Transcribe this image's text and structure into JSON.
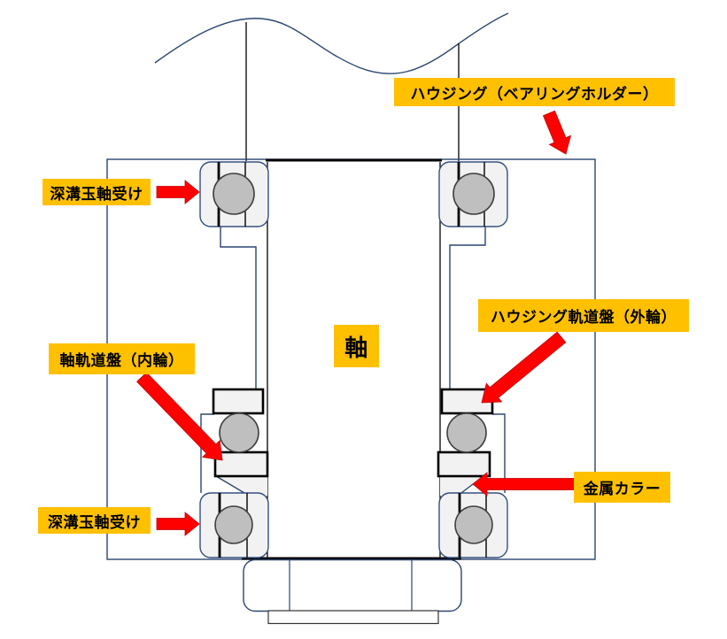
{
  "labels": {
    "housing": "ハウジング（ベアリングホルダー）",
    "deep_groove_top": "深溝玉軸受け",
    "outer_ring": "ハウジング軌道盤（外輪）",
    "inner_ring": "軸軌道盤（内輪）",
    "shaft": "軸",
    "metal_collar": "金属カラー",
    "deep_groove_bottom": "深溝玉軸受け"
  },
  "colors": {
    "label_bg": "#FFC000",
    "label_text": "#000000",
    "arrow_red": "#FF0000",
    "arrow_edge": "#C00000",
    "line_navy": "#2B4570",
    "part_line_black": "#000000",
    "ball_fill": "#BFBFBF",
    "ball_stroke": "#3F3F3F",
    "part_fill": "#F2F2F2"
  }
}
